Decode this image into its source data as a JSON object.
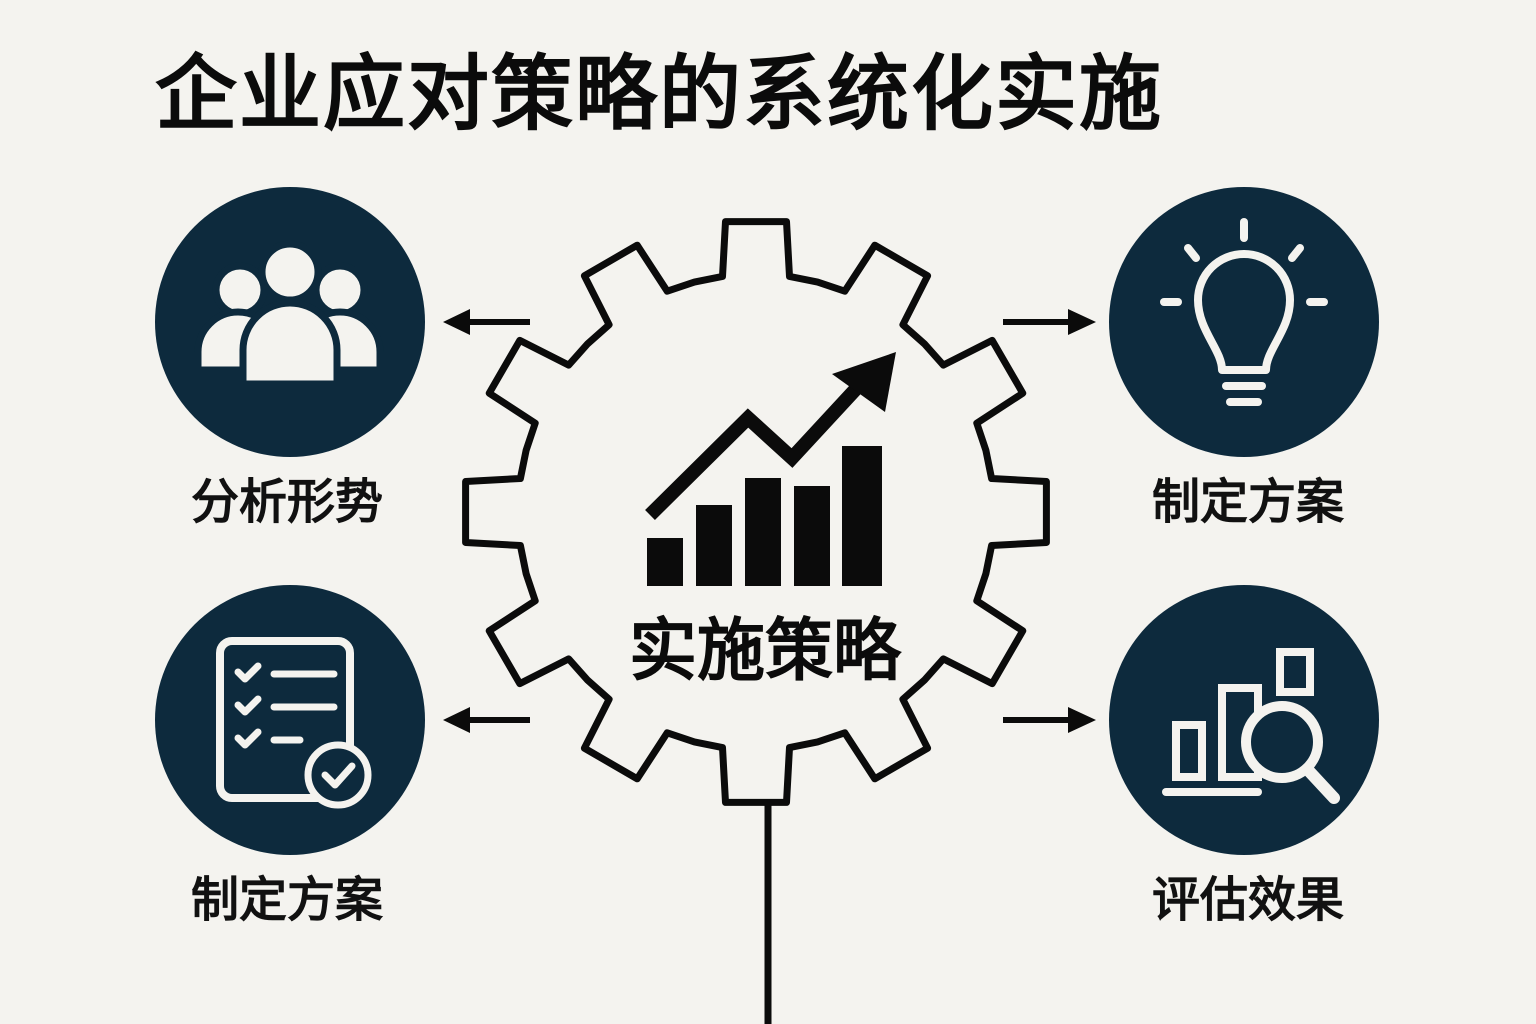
{
  "title": "企业应对策略的系统化实施",
  "center": {
    "label": "实施策略",
    "icon": "growth-chart-icon"
  },
  "nodes": [
    {
      "label": "分析形势",
      "icon": "people-group-icon"
    },
    {
      "label": "制定方案",
      "icon": "lightbulb-icon"
    },
    {
      "label": "制定方案",
      "icon": "checklist-icon"
    },
    {
      "label": "评估效果",
      "icon": "chart-search-icon"
    }
  ],
  "colors": {
    "node_fill": "#0d2a3d",
    "ink": "#0b0b0b",
    "background": "#f4f3ef"
  }
}
